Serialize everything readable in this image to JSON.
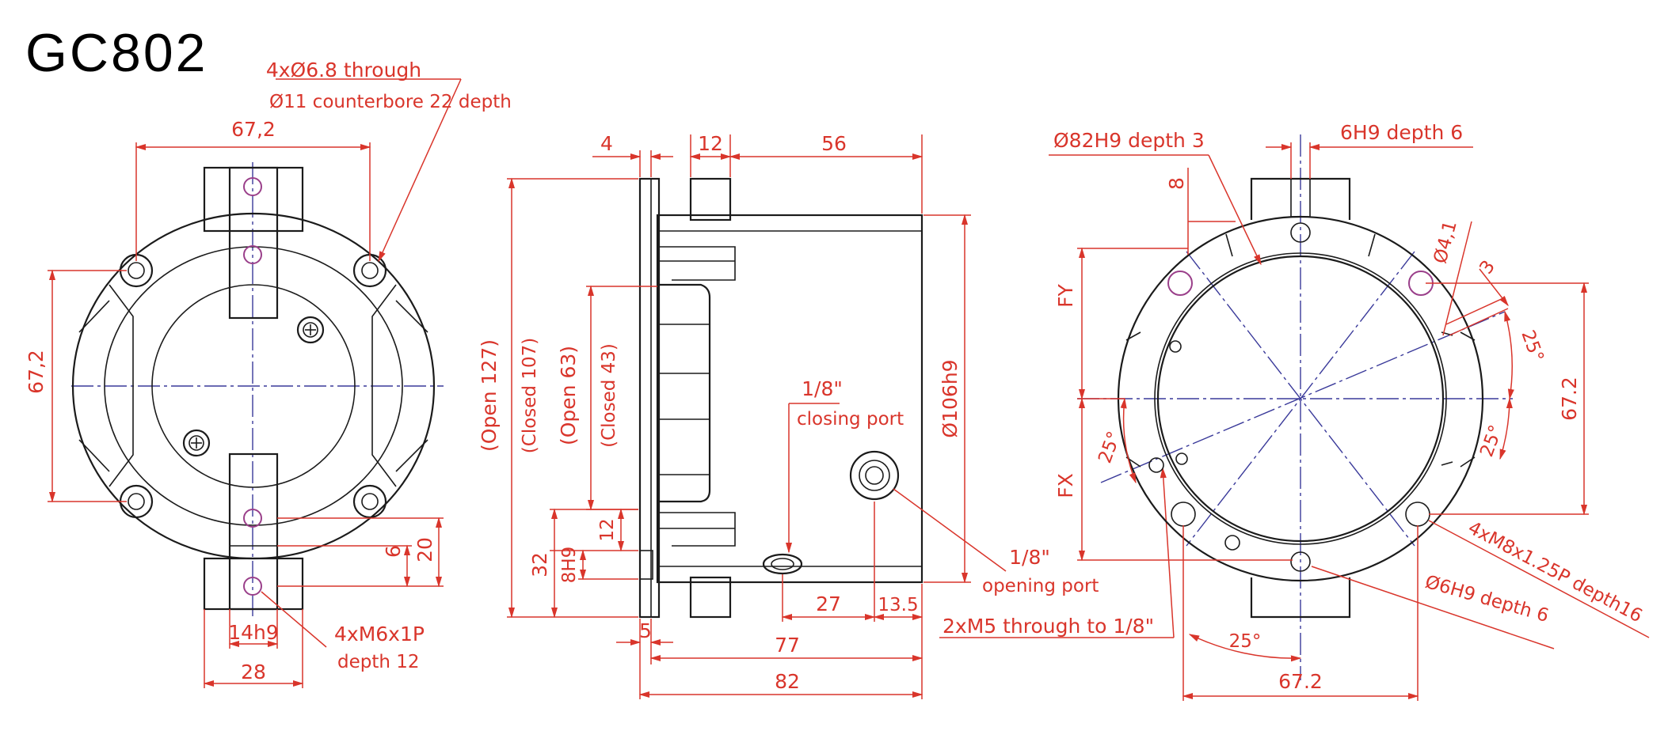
{
  "title": "GC802",
  "front_view": {
    "hole_note_line1": "4xØ6.8 through",
    "hole_note_line2": "Ø11 counterbore 22 depth",
    "width_dim": "67,2",
    "height_dim": "67,2",
    "dim_6": "6",
    "dim_20": "20",
    "slot_dim": "14h9",
    "width_28": "28",
    "thread_note_line1": "4xM6x1P",
    "thread_note_line2": "depth 12"
  },
  "side_view": {
    "dim_4": "4",
    "dim_12_top": "12",
    "dim_56": "56",
    "open_127": "(Open 127)",
    "closed_107": "(Closed 107)",
    "open_63": "(Open 63)",
    "closed_43": "(Closed 43)",
    "dim_32": "32",
    "fit_8h9": "8H9",
    "dim_12_side": "12",
    "closing_port_size": "1/8\"",
    "closing_port_label": "closing port",
    "diameter_106": "Ø106h9",
    "opening_port_size": "1/8\"",
    "opening_port_label": "opening port",
    "dim_27": "27",
    "dim_13_5": "13.5",
    "dim_5": "5",
    "dim_77": "77",
    "dim_82": "82",
    "m5_note": "2xM5 through to 1/8\""
  },
  "back_view": {
    "bore_note": "Ø82H9 depth 3",
    "keyway_note": "6H9 depth 6",
    "dim_8": "8",
    "fy_label": "FY",
    "fx_label": "FX",
    "dim_4_1": "Ø4,1",
    "dim_3": "3",
    "angle_25_a": "25°",
    "angle_25_b": "25°",
    "angle_25_c": "25°",
    "angle_25_d": "25°",
    "height_67_2": "67.2",
    "width_67_2": "67.2",
    "thread_note": "4xM8x1.25P depth16",
    "pin_note": "Ø6H9 depth 6"
  }
}
